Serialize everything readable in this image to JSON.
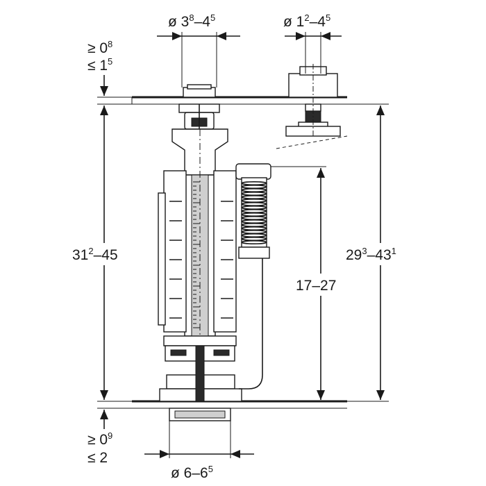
{
  "dimensions": {
    "top_left_diameter": {
      "prefix": "ø 3",
      "sup1": "8",
      "mid": "–4",
      "sup2": "5"
    },
    "top_right_diameter": {
      "prefix": "ø 1",
      "sup1": "2",
      "mid": "–4",
      "sup2": "5"
    },
    "top_clearance_min": {
      "text": "≥ 0",
      "sup": "8"
    },
    "top_clearance_max": {
      "text": "≤ 1",
      "sup": "5"
    },
    "overall_height_left": {
      "prefix": "31",
      "sup": "2",
      "suffix": "–45"
    },
    "overall_height_right": {
      "prefix": "29",
      "sup1": "3",
      "mid": "–43",
      "sup2": "1"
    },
    "float_height": {
      "text": "17–27"
    },
    "bottom_clearance_min": {
      "text": "≥ 0",
      "sup": "9"
    },
    "bottom_clearance_max": {
      "text": "≤ 2"
    },
    "bottom_diameter": {
      "prefix": "ø 6–6",
      "sup": "5"
    }
  },
  "colors": {
    "line": "#1a1a1a",
    "background": "#ffffff"
  }
}
